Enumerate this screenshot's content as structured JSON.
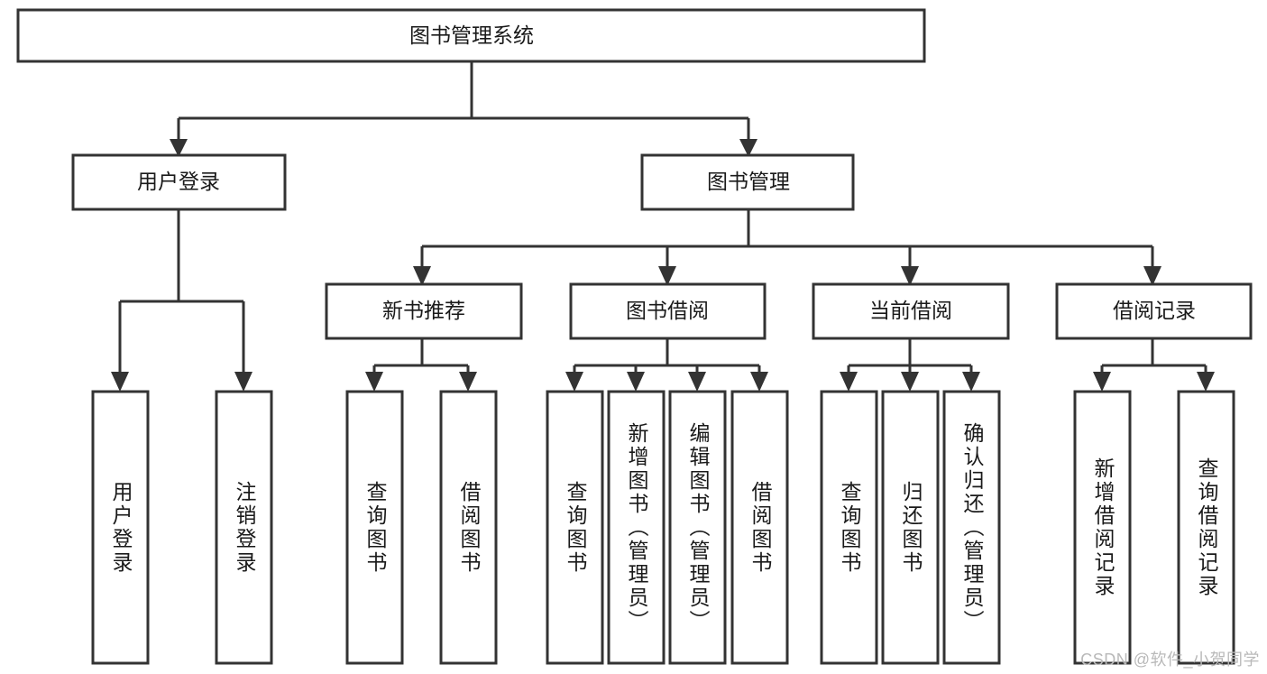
{
  "diagram": {
    "type": "tree",
    "title": "图书管理系统",
    "orientation": "top-down",
    "colors": {
      "box_stroke": "#333333",
      "box_fill": "#ffffff",
      "text": "#1a1a1a",
      "watermark": "#b9b9b9"
    },
    "root": {
      "label": "图书管理系统"
    },
    "level1": [
      {
        "label": "用户登录"
      },
      {
        "label": "图书管理"
      }
    ],
    "level2": [
      {
        "label": "新书推荐"
      },
      {
        "label": "图书借阅"
      },
      {
        "label": "当前借阅"
      },
      {
        "label": "借阅记录"
      }
    ],
    "leaves": {
      "user_login": [
        {
          "label": "用户登录"
        },
        {
          "label": "注销登录"
        }
      ],
      "new_book_recommend": [
        {
          "label": "查询图书"
        },
        {
          "label": "借阅图书"
        }
      ],
      "book_borrow": [
        {
          "label": "查询图书"
        },
        {
          "label": "新增图书（管理员）"
        },
        {
          "label": "编辑图书（管理员）"
        },
        {
          "label": "借阅图书"
        }
      ],
      "current_borrow": [
        {
          "label": "查询图书"
        },
        {
          "label": "归还图书"
        },
        {
          "label": "确认归还（管理员）"
        }
      ],
      "borrow_record": [
        {
          "label": "新增借阅记录"
        },
        {
          "label": "查询借阅记录"
        }
      ]
    }
  },
  "watermark": {
    "text": "CSDN @软件_小贺同学"
  }
}
